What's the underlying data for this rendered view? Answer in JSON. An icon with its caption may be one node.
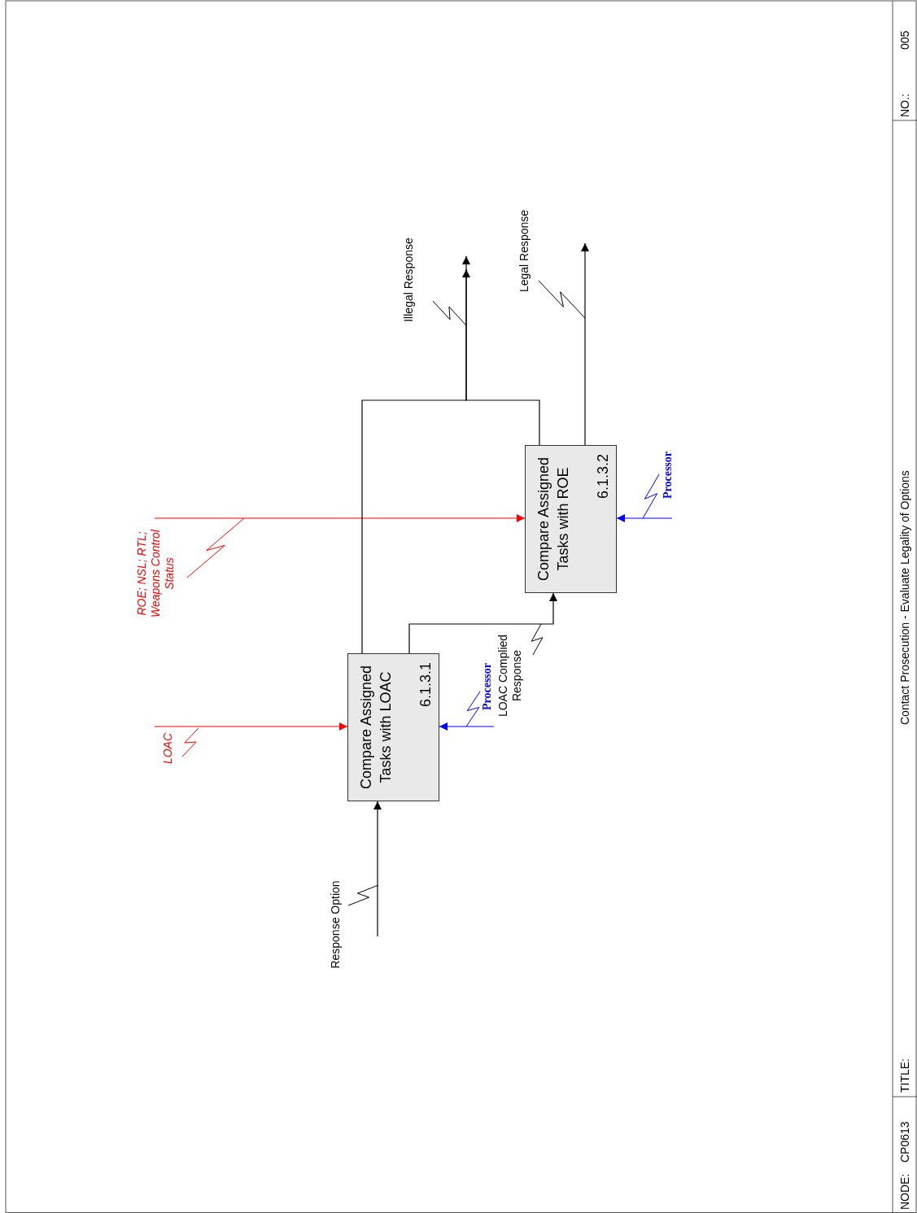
{
  "diagram": {
    "title": "Contact Prosecution - Evaluate Legality of Options",
    "nodes": [
      {
        "text": [
          "Compare Assigned Tasks with LOAC",
          "6.1.3.1"
        ]
      },
      {
        "text": [
          "Compare Assigned Tasks with ROE",
          "6.1.3.2"
        ]
      }
    ],
    "edges": [
      {
        "from": null,
        "to": 0,
        "arrow": "to",
        "label": "Response Option"
      },
      {
        "from": null,
        "to": 0,
        "arrow": "to",
        "label": "LOAC",
        "color": "#ff0000"
      },
      {
        "from": null,
        "to": 1,
        "arrow": "to",
        "label": "ROE; NSL; RTL; Weapons Control Status",
        "color": "#ff0000"
      },
      {
        "from": null,
        "to": 0,
        "arrow": "to",
        "label": "Processor",
        "color": "#0000ff"
      },
      {
        "from": null,
        "to": 1,
        "arrow": "to",
        "label": "Processor",
        "color": "#0000ff"
      },
      {
        "from": 0,
        "to": 1,
        "arrow": "to",
        "label": "LOAC Complied Response"
      },
      {
        "from": 0,
        "to": null,
        "arrow": "to",
        "label": "Illegal Response"
      },
      {
        "from": 1,
        "to": null,
        "arrow": "to"
      },
      {
        "from": 1,
        "to": null,
        "arrow": "to",
        "label": "Legal Response"
      }
    ],
    "labels": [
      "NODE:",
      "CP0613",
      "TITLE:",
      "NO.:",
      "005"
    ]
  }
}
